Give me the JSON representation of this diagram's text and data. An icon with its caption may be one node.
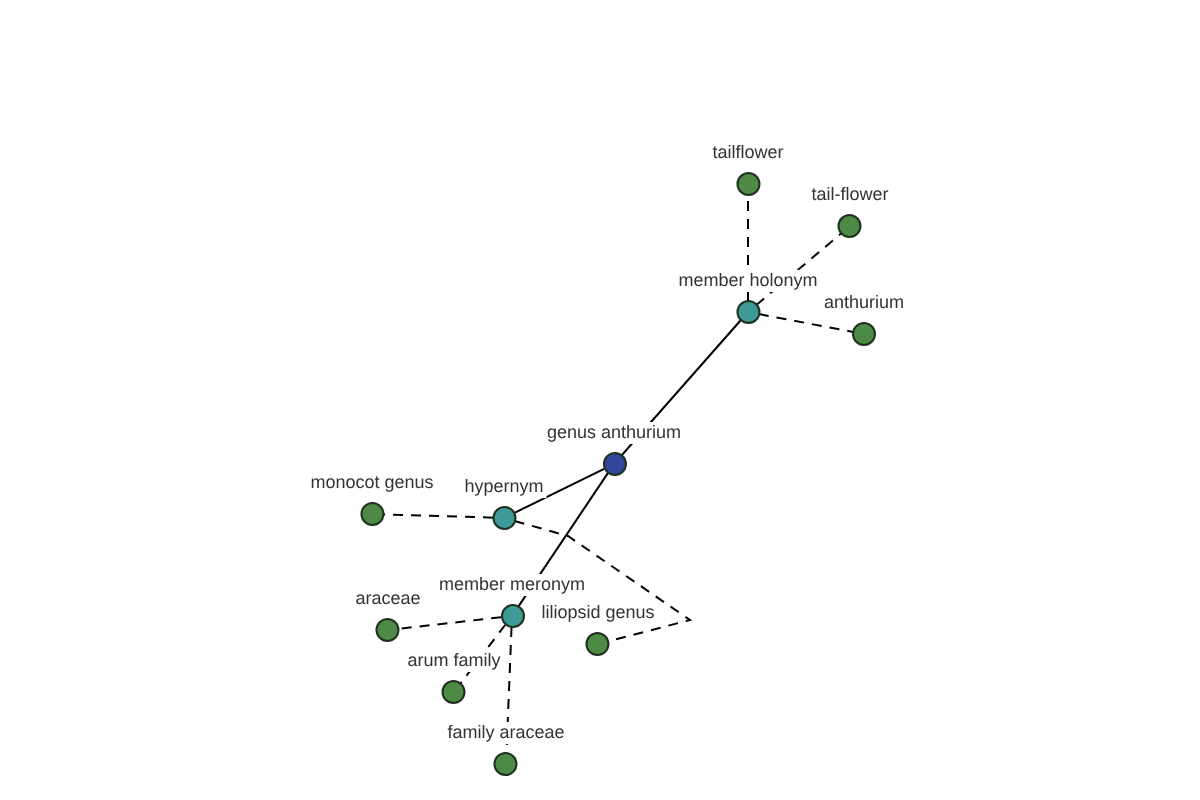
{
  "diagram": {
    "nodes": [
      {
        "text": [
          "genus anthurium"
        ]
      },
      {
        "text": [
          "member holonym"
        ]
      },
      {
        "text": [
          "tailflower"
        ]
      },
      {
        "text": [
          "tail-flower"
        ]
      },
      {
        "text": [
          "anthurium"
        ]
      },
      {
        "text": [
          "hypernym"
        ]
      },
      {
        "text": [
          "monocot genus"
        ]
      },
      {
        "text": [
          "liliopsid genus"
        ]
      },
      {
        "text": [
          "member meronym"
        ]
      },
      {
        "text": [
          "araceae"
        ]
      },
      {
        "text": [
          "arum family"
        ]
      },
      {
        "text": [
          "family araceae"
        ]
      }
    ],
    "edges": [
      {
        "from": 0,
        "to": 1,
        "arrow": "none"
      },
      {
        "from": 0,
        "to": 5,
        "arrow": "none"
      },
      {
        "from": 0,
        "to": 8,
        "arrow": "none"
      },
      {
        "from": 1,
        "to": 2,
        "arrow": "none",
        "style": "dashed"
      },
      {
        "from": 1,
        "to": 3,
        "arrow": "none",
        "style": "dashed"
      },
      {
        "from": 1,
        "to": 4,
        "arrow": "none",
        "style": "dashed"
      },
      {
        "from": 5,
        "to": 6,
        "arrow": "none",
        "style": "dashed"
      },
      {
        "from": 5,
        "to": 7,
        "arrow": "none",
        "style": "dashed"
      },
      {
        "from": 8,
        "to": 9,
        "arrow": "none",
        "style": "dashed"
      },
      {
        "from": 8,
        "to": 10,
        "arrow": "none",
        "style": "dashed"
      },
      {
        "from": 8,
        "to": 11,
        "arrow": "none",
        "style": "dashed"
      }
    ]
  }
}
